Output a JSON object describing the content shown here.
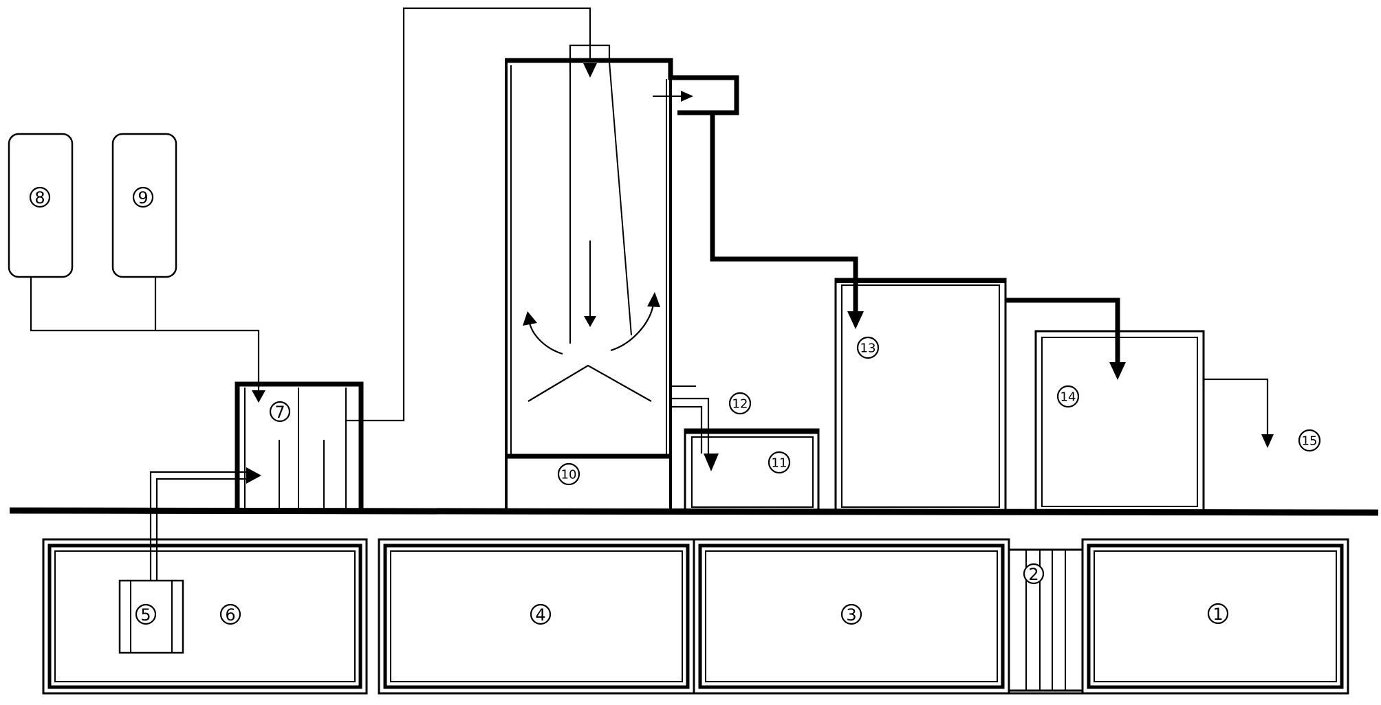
{
  "labels": {
    "n1": "1",
    "n2": "2",
    "n3": "3",
    "n4": "4",
    "n5": "5",
    "n6": "6",
    "n7": "7",
    "n8": "8",
    "n9": "9",
    "n10": "10",
    "n11": "11",
    "n12": "12",
    "n13": "13",
    "n14": "14",
    "n15": "15"
  }
}
